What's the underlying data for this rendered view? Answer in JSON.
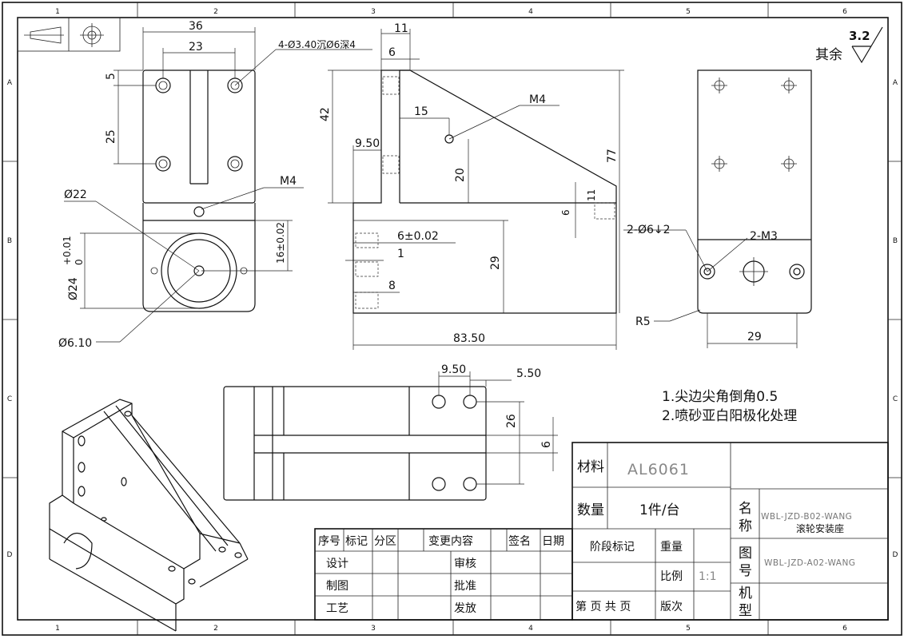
{
  "zones": {
    "cols": [
      "1",
      "2",
      "3",
      "4",
      "5",
      "6"
    ],
    "rows": [
      "A",
      "B",
      "C",
      "D"
    ]
  },
  "roughness": {
    "value": "3.2",
    "label": "其余"
  },
  "front_view": {
    "width": "36",
    "hole_spacing_x": "23",
    "edge_offset": "5",
    "hole_spacing_y": "25",
    "hole_callout": "4-Ø3.40沉Ø6深4",
    "thread": "M4",
    "bore_outer": "Ø22",
    "bore_diameter": "Ø24",
    "bore_tol_upper": "+0.01",
    "bore_tol_lower": "0",
    "bore_depth": "16±0.02",
    "pin_hole": "Ø6.10"
  },
  "side_view": {
    "top_width": "11",
    "rib_width": "6",
    "upper_height": "42",
    "hole_offset": "15",
    "thread": "M4",
    "thread_height": "20",
    "total_height": "77",
    "step_x": "9.50",
    "slot_depth": "11",
    "slot_width": "6",
    "groove": "6±0.02",
    "groove_step": "1",
    "lower_height": "29",
    "bottom_step": "8",
    "length": "83.50"
  },
  "end_view": {
    "counterbore": "2-Ø6↓2",
    "thread": "2-M3",
    "radius": "R5",
    "width": "29"
  },
  "bottom_view": {
    "hole_x": "9.50",
    "hole_edge": "5.50",
    "hole_spacing": "26",
    "slot": "6"
  },
  "notes": [
    "1.尖边尖角倒角0.5",
    "2.喷砂亚白阳极化处理"
  ],
  "title_block": {
    "material_label": "材料",
    "material": "AL6061",
    "quantity_label": "数量",
    "quantity": "1件/台",
    "name_label_1": "名",
    "name_label_2": "称",
    "part_code": "WBL-JZD-B02-WANG",
    "part_name": "滚轮安装座",
    "drawing_no_label_1": "图",
    "drawing_no_label_2": "号",
    "drawing_no": "WBL-JZD-A02-WANG",
    "model_label_1": "机",
    "model_label_2": "型",
    "stage_label": "阶段标记",
    "weight_label": "重量",
    "scale_label": "比例",
    "scale": "1:1",
    "sheet_info": "第 页 共 页",
    "version_label": "版次",
    "rev_headers": [
      "序号",
      "标记",
      "分区",
      "变更内容",
      "签名",
      "日期"
    ],
    "design_label": "设计",
    "draw_label": "制图",
    "process_label": "工艺",
    "review_label": "审核",
    "approve_label": "批准",
    "release_label": "发放"
  }
}
